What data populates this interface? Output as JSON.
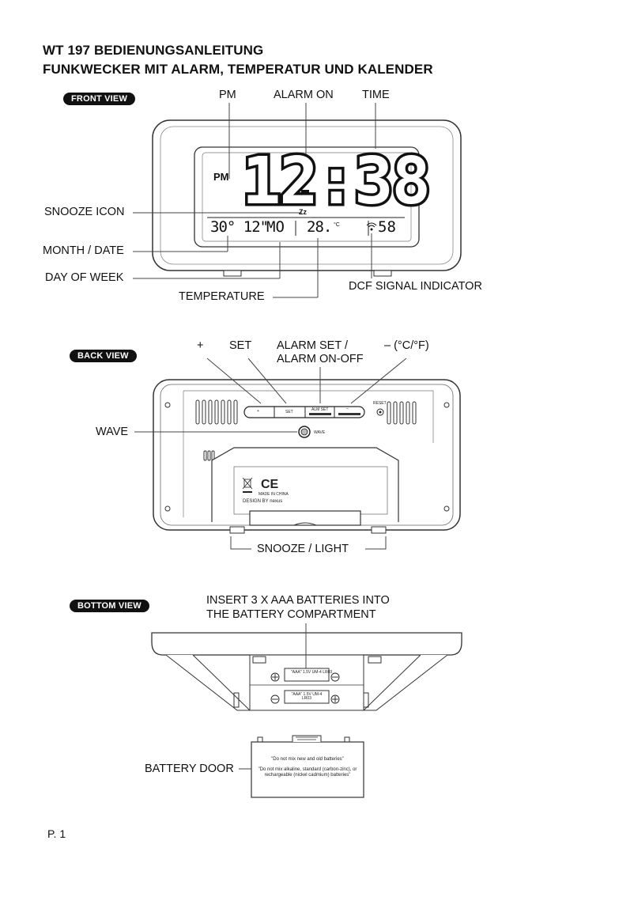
{
  "header": {
    "title_line1": "WT 197 BEDIENUNGSANLEITUNG",
    "title_line2": "FUNKWECKER MIT ALARM, TEMPERATUR UND KALENDER"
  },
  "front": {
    "tag": "FRONT VIEW",
    "labels": {
      "pm": "PM",
      "alarm_on": "ALARM ON",
      "time": "TIME",
      "snooze_icon": "SNOOZE ICON",
      "month_date": "MONTH / DATE",
      "day_of_week": "DAY OF WEEK",
      "temperature": "TEMPERATURE",
      "dcf": "DCF SIGNAL INDICATOR"
    },
    "display": {
      "pm": "PM",
      "time": "12:38",
      "zz": "Zz",
      "date": "30° 12\"",
      "weekday": "MO",
      "temp": "28.",
      "temp_unit": "°C",
      "seconds": "58"
    }
  },
  "back": {
    "tag": "BACK VIEW",
    "labels": {
      "plus": "+",
      "set": "SET",
      "alarm_set_1": "ALARM SET /",
      "alarm_set_2": "ALARM ON-OFF",
      "minus": "– (°C/°F)",
      "wave": "WAVE",
      "snooze_light": "SNOOZE / LIGHT"
    },
    "small": {
      "btn_plus": "+",
      "btn_set": "SET",
      "btn_alset": "ALM SET",
      "btn_minus": "–",
      "reset": "RESET",
      "wave": "WAVE",
      "made_in": "MADE IN CHINA",
      "design": "DESIGN BY nexus"
    }
  },
  "bottom": {
    "tag": "BOTTOM VIEW",
    "labels": {
      "insert_1": "INSERT 3 X AAA BATTERIES INTO",
      "insert_2": "THE BATTERY COMPARTMENT",
      "battery_door": "BATTERY DOOR"
    },
    "battery_1": "\"AAA\" 1.5V UM-4 LR03",
    "battery_2": "\"AAA\" 1.5V UM-4 LR03",
    "door_text_1": "\"Do not mix new and old batteries\"",
    "door_text_2": "\"Do not mix alkaline, standard (carbon-zinc), or rechargeable (nickel cadmium) batteries\""
  },
  "footer": {
    "page": "P. 1"
  }
}
